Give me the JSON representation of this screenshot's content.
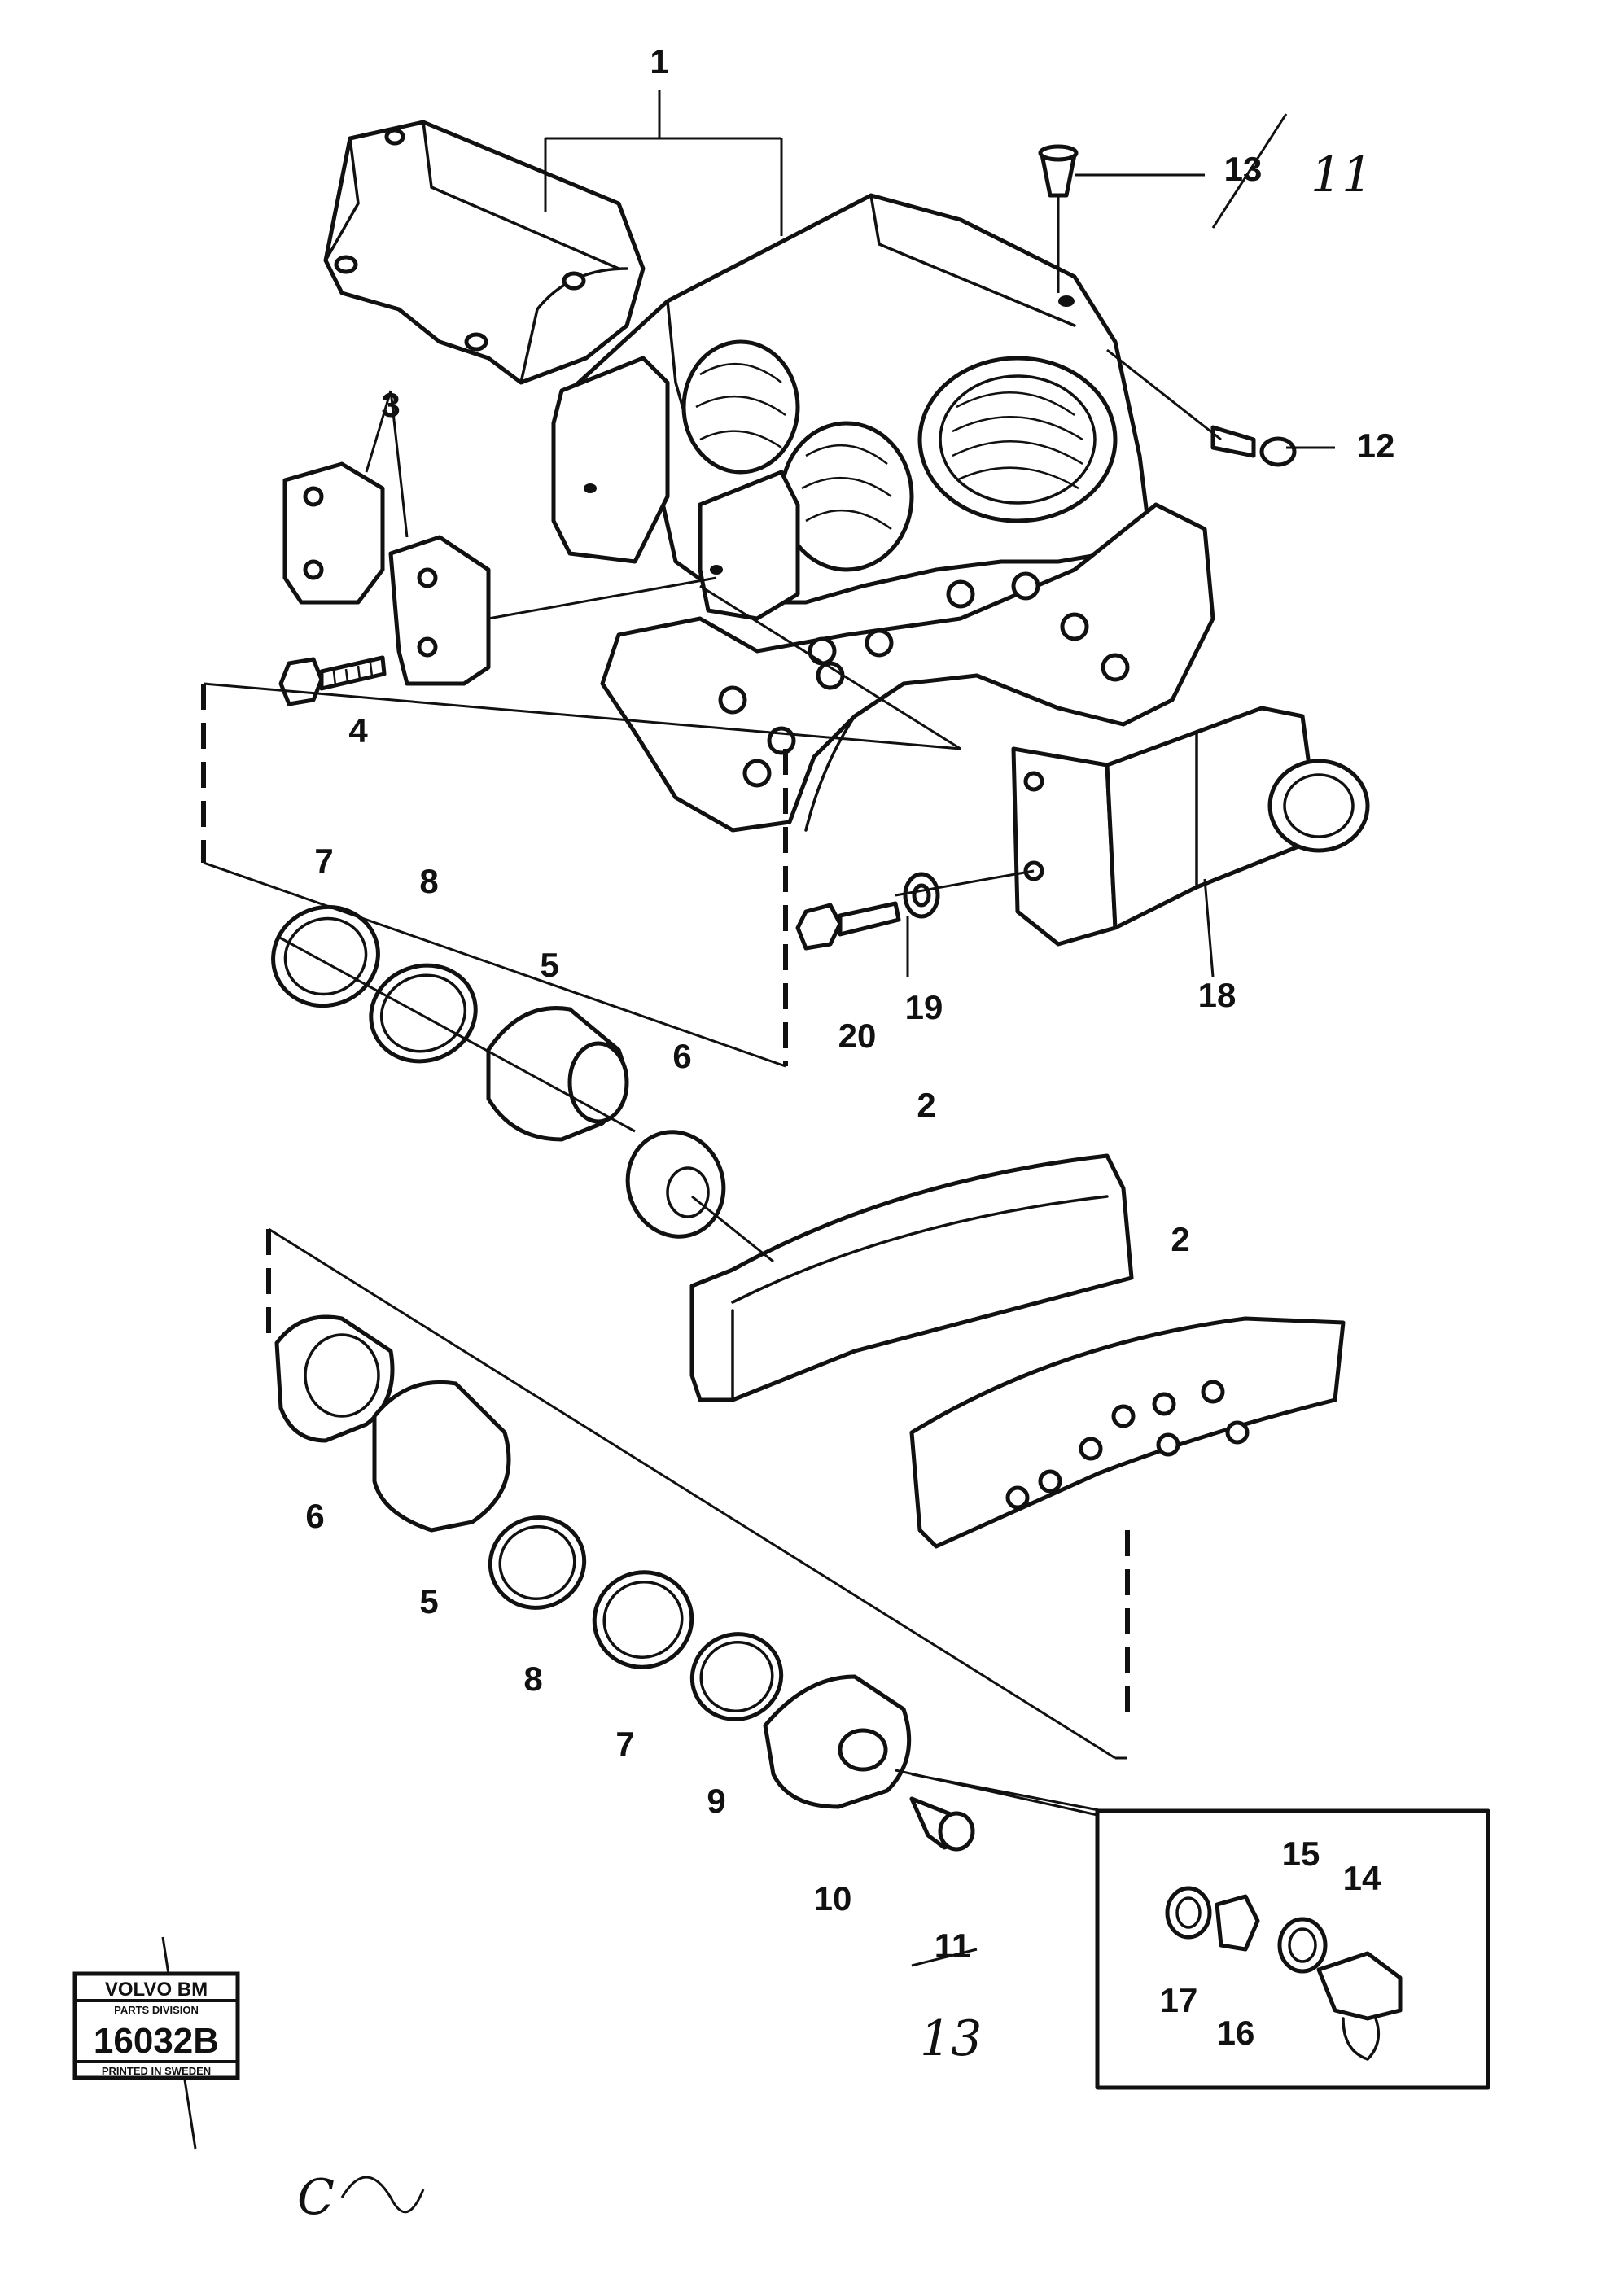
{
  "callouts": {
    "c1": "1",
    "c2a": "2",
    "c2b": "2",
    "c3": "3",
    "c4": "4",
    "c5a": "5",
    "c5b": "5",
    "c6a": "6",
    "c6b": "6",
    "c7a": "7",
    "c7b": "7",
    "c8a": "8",
    "c8b": "8",
    "c9": "9",
    "c10": "10",
    "c11": "11",
    "c12": "12",
    "c13": "13",
    "c14": "14",
    "c15": "15",
    "c16": "16",
    "c17": "17",
    "c18": "18",
    "c19": "19",
    "c20": "20"
  },
  "handwriting": {
    "top_right": "11",
    "bottom_center": "13",
    "bottom_left": "C"
  },
  "badge": {
    "brand": "VOLVO BM",
    "division": "PARTS DIVISION",
    "code": "16032B",
    "printed": "PRINTED IN SWEDEN"
  }
}
